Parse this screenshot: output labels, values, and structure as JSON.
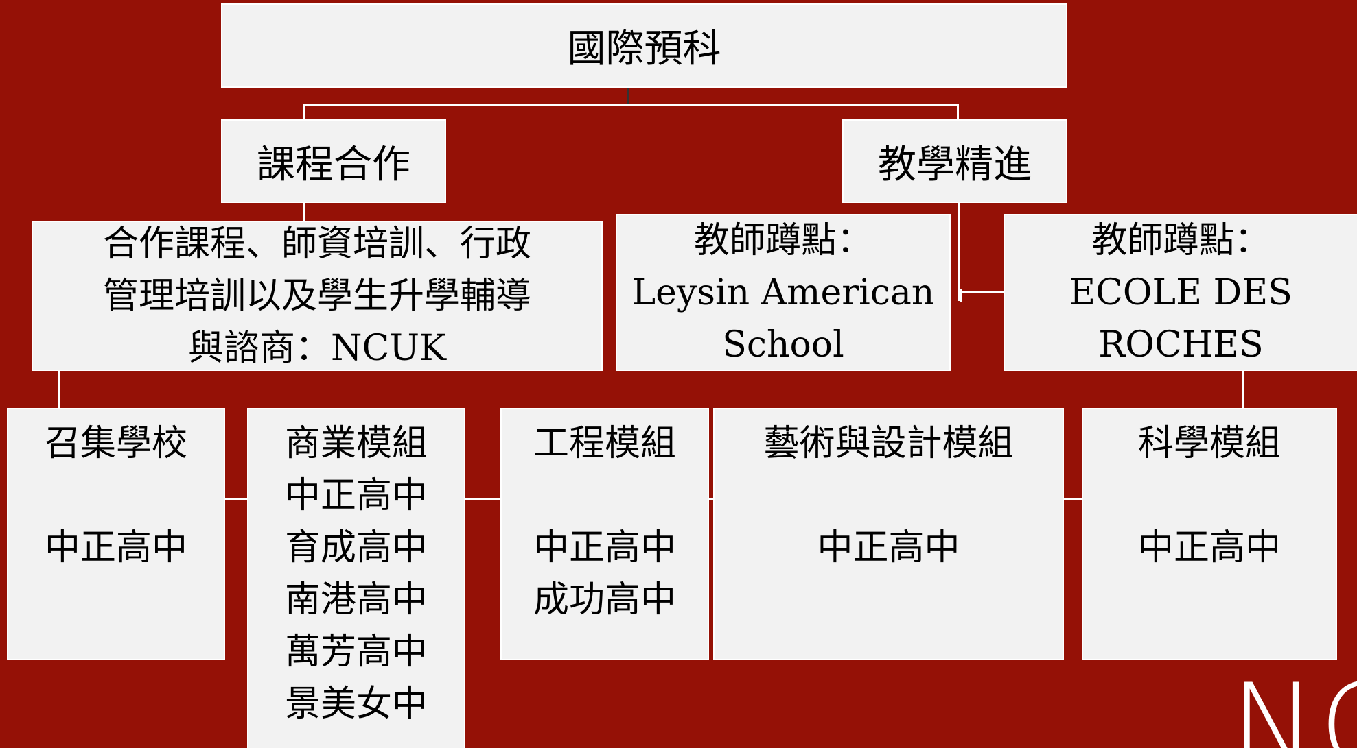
{
  "root": {
    "label": "國際預科"
  },
  "branches": {
    "left": {
      "label": "課程合作"
    },
    "right": {
      "label": "教學精進"
    }
  },
  "partners": {
    "ncuk": {
      "lines": [
        "合作課程、師資培訓、行政",
        "管理培訓以及學生升學輔導",
        "與諮商：NCUK"
      ]
    },
    "las": {
      "lines": [
        "教師蹲點：",
        "Leysin American",
        "School"
      ]
    },
    "roches": {
      "lines": [
        "教師蹲點：",
        "ECOLE DES",
        "ROCHES"
      ]
    }
  },
  "modules": [
    {
      "title": "召集學校",
      "schools": [
        "",
        "中正高中"
      ]
    },
    {
      "title": "商業模組",
      "schools": [
        "中正高中",
        "育成高中",
        "南港高中",
        "萬芳高中",
        "景美女中"
      ]
    },
    {
      "title": "工程模組",
      "schools": [
        "",
        "中正高中",
        "成功高中"
      ]
    },
    {
      "title": "藝術與設計模組",
      "schools": [
        "",
        "中正高中"
      ]
    },
    {
      "title": "科學模組",
      "schools": [
        "",
        "中正高中"
      ]
    }
  ],
  "brand": {
    "text": "NC"
  },
  "colors": {
    "background": "#951106",
    "box": "#f2f2f2",
    "line": "#ffffff"
  }
}
